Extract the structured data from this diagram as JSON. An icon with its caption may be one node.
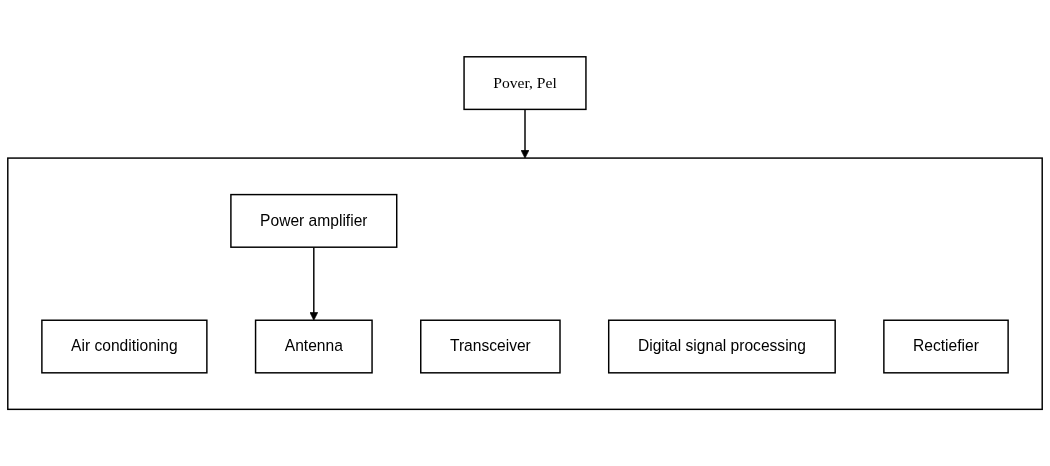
{
  "diagram": {
    "nodes": [
      {
        "text": [
          "Pover, Pel"
        ]
      },
      {
        "text": [],
        "shape": "box"
      },
      {
        "text": [
          "Air conditioning"
        ],
        "in": 1
      },
      {
        "text": [
          "Transceiver"
        ],
        "in": 1
      },
      {
        "text": [
          "Digital signal processing"
        ],
        "in": 1
      },
      {
        "text": [
          "Power amplifier"
        ],
        "in": 1
      },
      {
        "text": [
          "Rectiefier"
        ],
        "in": 1
      },
      {
        "text": [
          "Antenna"
        ],
        "in": 1
      }
    ],
    "edges": [
      {
        "from": 0,
        "to": 1,
        "arrow": "to"
      },
      {
        "from": 5,
        "to": 7,
        "arrow": "to"
      }
    ]
  }
}
